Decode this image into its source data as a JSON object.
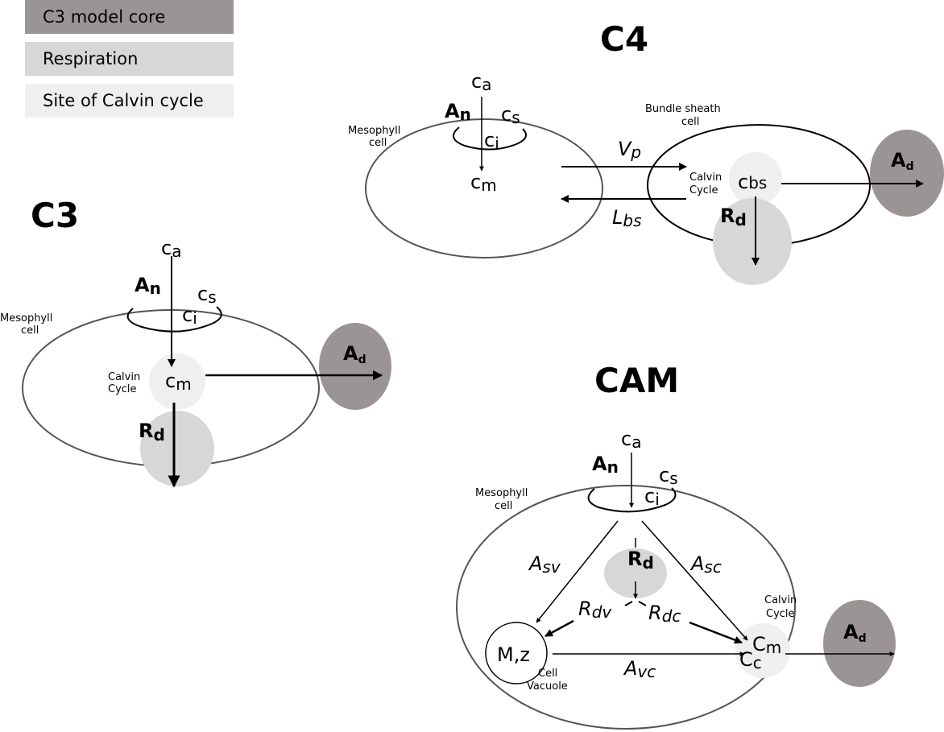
{
  "colors": {
    "core": "#9a9594",
    "respiration": "#d7d7d7",
    "calvin": "#efefef",
    "membrane": "#555555",
    "stroke": "#000000"
  },
  "legend": [
    {
      "label": "C3 model core",
      "color": "#9a9594"
    },
    {
      "label": "Respiration",
      "color": "#d7d7d7"
    },
    {
      "label": "Site of Calvin cycle",
      "color": "#efefef"
    }
  ],
  "c3": {
    "title": "C3",
    "mesophyll": [
      "Mesophyll",
      "cell"
    ],
    "calvin": [
      "Calvin",
      "Cycle"
    ],
    "ca": [
      "c",
      "a"
    ],
    "cs": [
      "c",
      "s"
    ],
    "ci": [
      "c",
      "i"
    ],
    "cm": [
      "c",
      "m"
    ],
    "an": [
      "A",
      "n"
    ],
    "rd": [
      "R",
      "d"
    ],
    "ad": [
      "A",
      "d"
    ]
  },
  "c4": {
    "title": "C4",
    "mesophyll": [
      "Mesophyll",
      "cell"
    ],
    "bundle": [
      "Bundle  sheath",
      "cell"
    ],
    "calvin": [
      "Calvin",
      "Cycle"
    ],
    "ca": [
      "c",
      "a"
    ],
    "cs": [
      "c",
      "s"
    ],
    "ci": [
      "c",
      "i"
    ],
    "cm": [
      "c",
      "m"
    ],
    "cbs": [
      "c",
      "bs"
    ],
    "an": [
      "A",
      "n"
    ],
    "vp": [
      "V",
      "p"
    ],
    "lbs": [
      "L",
      "bs"
    ],
    "rd": [
      "R",
      "d"
    ],
    "ad": [
      "A",
      "d"
    ]
  },
  "cam": {
    "title": "CAM",
    "mesophyll": [
      "Mesophyll",
      "cell"
    ],
    "calvin": [
      "Calvin",
      "Cycle"
    ],
    "vacuole": [
      "Cell",
      "Vacuole"
    ],
    "mz": "M,z",
    "ca": [
      "c",
      "a"
    ],
    "cs": [
      "c",
      "s"
    ],
    "ci": [
      "c",
      "i"
    ],
    "cm": [
      "C",
      "m"
    ],
    "cc": [
      "C",
      "c"
    ],
    "an": [
      "A",
      "n"
    ],
    "rd": [
      "R",
      "d"
    ],
    "ad": [
      "A",
      "d"
    ],
    "asv": [
      "A",
      "sv"
    ],
    "asc": [
      "A",
      "sc"
    ],
    "avc": [
      "A",
      "vc"
    ],
    "rdv": [
      "R",
      "dv"
    ],
    "rdc": [
      "R",
      "dc"
    ]
  }
}
